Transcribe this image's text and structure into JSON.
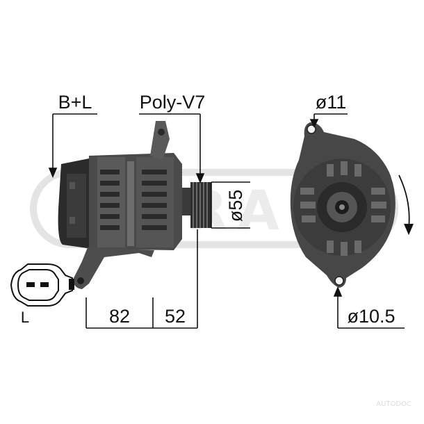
{
  "labels": {
    "connector_label": "B+L",
    "pulley_label": "Poly-V7",
    "pulley_diameter": "ø55",
    "dim_left": "82",
    "dim_right": "52",
    "hole_top": "ø11",
    "hole_bottom": "ø10.5",
    "plug_label": "L"
  },
  "watermark": {
    "brand_text": "ERA",
    "site_text": "AUTODOC"
  },
  "colors": {
    "line": "#111111",
    "body_dark": "#3a3a3a",
    "body_mid": "#5c5c5c",
    "body_light": "#8a8a8a",
    "watermark": "#e6e6e6"
  }
}
